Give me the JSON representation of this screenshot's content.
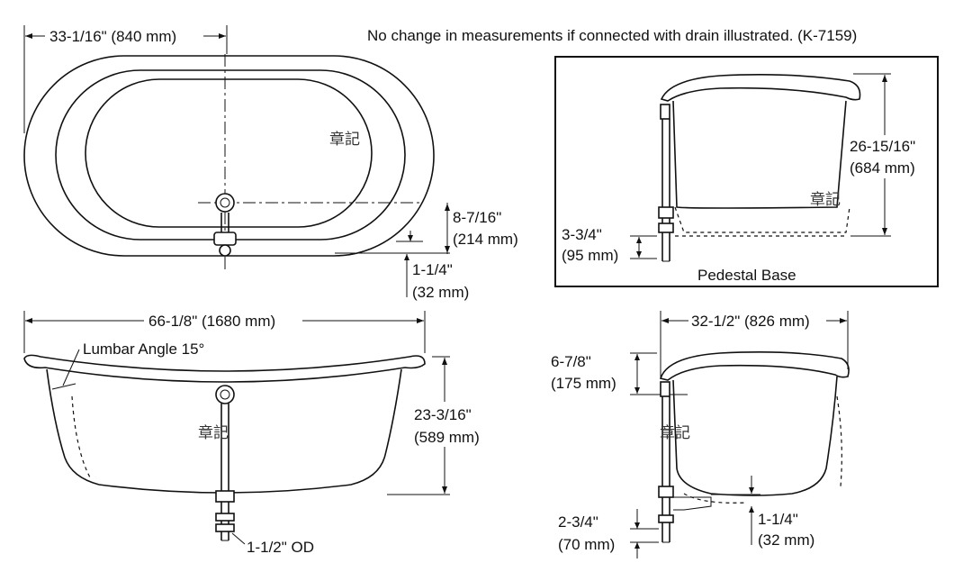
{
  "note": "No change in measurements if connected with drain illustrated. (K-7159)",
  "top_view": {
    "width_dim": "33-1/16\" (840 mm)",
    "drain_offset_dim_in": "8-7/16\"",
    "drain_offset_dim_mm": "(214 mm)",
    "drain_gap_dim_in": "1-1/4\"",
    "drain_gap_dim_mm": "(32 mm)",
    "watermark": "章記"
  },
  "pedestal_inset": {
    "caption": "Pedestal Base",
    "height_dim_in": "26-15/16\"",
    "height_dim_mm": "(684 mm)",
    "base_dim_in": "3-3/4\"",
    "base_dim_mm": "(95 mm)",
    "watermark": "章記"
  },
  "side_view": {
    "length_dim": "66-1/8\" (1680 mm)",
    "lumbar_label": "Lumbar Angle 15°",
    "height_dim_in": "23-3/16\"",
    "height_dim_mm": "(589 mm)",
    "drain_label": "1-1/2\" OD",
    "watermark": "章記"
  },
  "end_view": {
    "width_dim": "32-1/2\" (826 mm)",
    "rim_dim_in": "6-7/8\"",
    "rim_dim_mm": "(175 mm)",
    "drain_dim_in": "2-3/4\"",
    "drain_dim_mm": "(70 mm)",
    "drain_gap_in": "1-1/4\"",
    "drain_gap_mm": "(32 mm)",
    "watermark": "章記"
  }
}
